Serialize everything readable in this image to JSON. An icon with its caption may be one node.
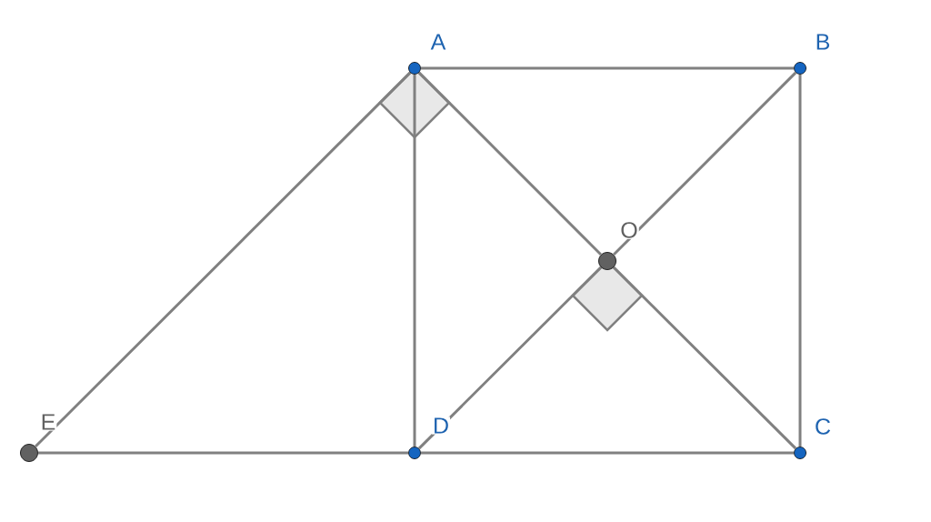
{
  "diagram": {
    "nodes": [
      {
        "text": [],
        "shape": "circle",
        "beside": [
          "A"
        ]
      },
      {
        "text": [],
        "shape": "circle",
        "beside": [
          "B"
        ]
      },
      {
        "text": [],
        "shape": "circle",
        "beside": [
          "C"
        ]
      },
      {
        "text": [],
        "shape": "circle",
        "beside": [
          "D"
        ]
      },
      {
        "text": [],
        "shape": "circle",
        "beside": [
          "O"
        ]
      },
      {
        "text": [],
        "shape": "circle",
        "beside": [
          "E"
        ]
      }
    ],
    "edges": [
      {
        "from": 0,
        "to": 1,
        "arrow": "none"
      },
      {
        "from": 1,
        "to": 2,
        "arrow": "none"
      },
      {
        "from": 3,
        "to": 2,
        "arrow": "none"
      },
      {
        "from": 0,
        "to": 3,
        "arrow": "none"
      },
      {
        "from": 0,
        "to": 4,
        "arrow": "none"
      },
      {
        "from": 4,
        "to": 2,
        "arrow": "none"
      },
      {
        "from": 1,
        "to": 4,
        "arrow": "none"
      },
      {
        "from": 4,
        "to": 3,
        "arrow": "none"
      },
      {
        "from": 5,
        "to": 0,
        "arrow": "none"
      },
      {
        "from": 5,
        "to": 3,
        "arrow": "none"
      }
    ]
  }
}
